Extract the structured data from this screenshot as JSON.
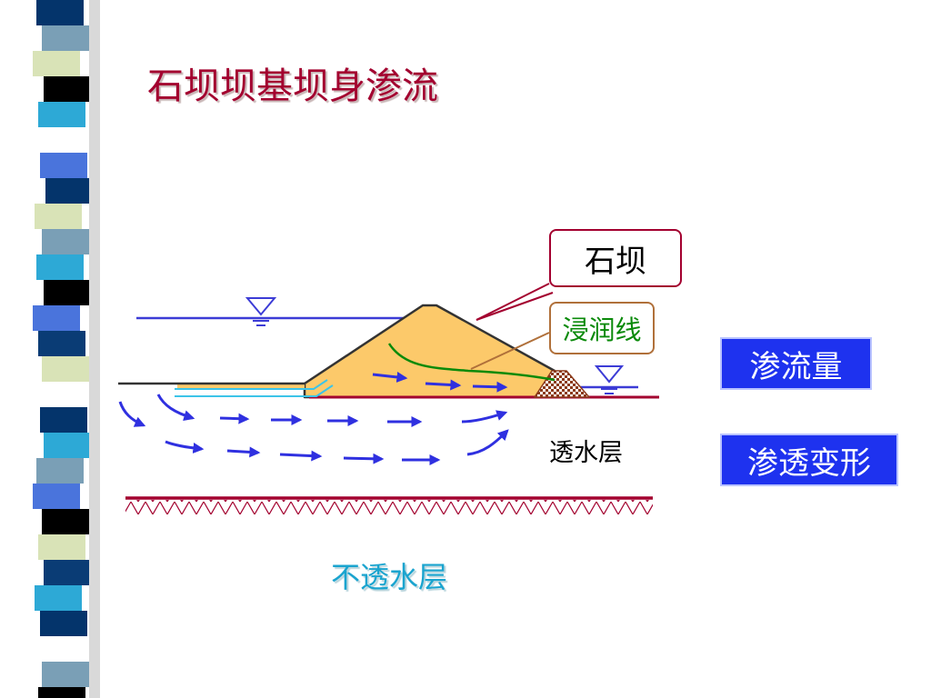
{
  "title": "石坝坝基坝身渗流",
  "diagram": {
    "dam_label": "石坝",
    "phreatic_line_label": "浸润线",
    "permeable_layer_label": "透水层",
    "impermeable_layer_label": "不透水层"
  },
  "tags": {
    "seepage_flow": "渗流量",
    "seepage_deformation": "渗透变形"
  },
  "colors": {
    "title": "#a3002f",
    "dam_fill": "#fcc96a",
    "water_line": "#3c3cd6",
    "flow_arrow": "#2f30e0",
    "phreatic_line": "#0a8a0a",
    "ground_line": "#a3002f",
    "tag_background": "#1e32ef",
    "impermeable_label": "#1aa4cf"
  },
  "stripe_colors": [
    "#04346b",
    "#7a9fb6",
    "#d9e3b7",
    "#000000",
    "#2da9d6",
    "#ffffff",
    "#4a74dc",
    "#0a3c75"
  ]
}
